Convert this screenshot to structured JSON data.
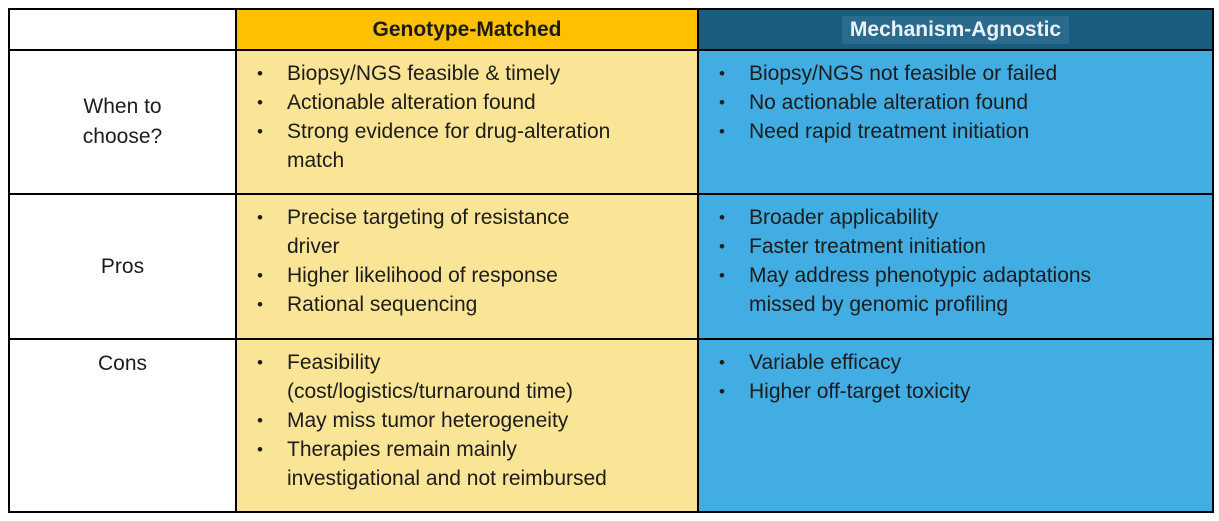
{
  "colors": {
    "gold_header": "#FFC000",
    "gold_body": "#FAE596",
    "blue_header": "#1A5C7E",
    "blue_body": "#41ADE2",
    "header_highlight": "#2A6A8C",
    "blue_header_text": "#EAF1F8",
    "body_text": "#1C1C1C",
    "border": "#000000"
  },
  "table": {
    "bullet_glyph": "•",
    "columns": [
      {
        "label": "Genotype-Matched"
      },
      {
        "label": "Mechanism-Agnostic"
      }
    ],
    "rows": [
      {
        "label": "When to\nchoose?",
        "genotype": [
          "Biopsy/NGS feasible & timely",
          "Actionable alteration found",
          "Strong evidence for drug-alteration\nmatch"
        ],
        "mechanism": [
          "Biopsy/NGS not feasible or failed",
          "No actionable alteration found",
          "Need rapid treatment initiation"
        ]
      },
      {
        "label": "Pros",
        "genotype": [
          "Precise targeting of resistance\ndriver",
          "Higher likelihood of response",
          "Rational sequencing"
        ],
        "mechanism": [
          "Broader applicability",
          "Faster treatment initiation",
          "May address phenotypic adaptations\nmissed by genomic profiling"
        ]
      },
      {
        "label": "Cons",
        "genotype": [
          "Feasibility\n(cost/logistics/turnaround time)",
          "May miss tumor heterogeneity",
          "Therapies remain mainly\ninvestigational and not reimbursed"
        ],
        "mechanism": [
          "Variable efficacy",
          "Higher off-target toxicity"
        ]
      }
    ]
  }
}
